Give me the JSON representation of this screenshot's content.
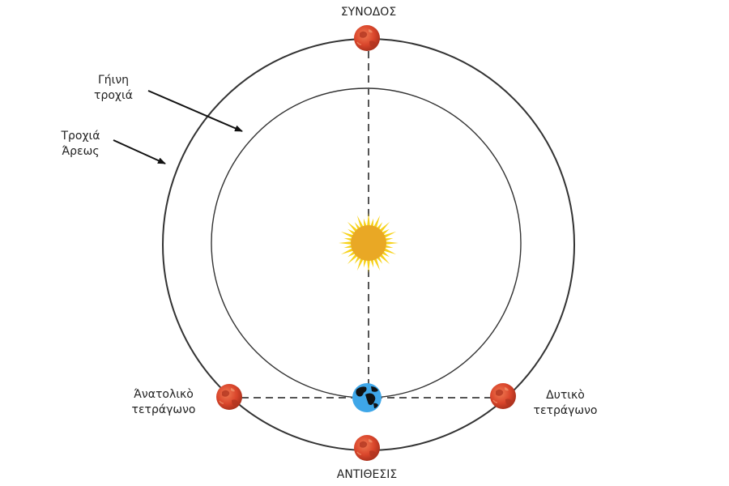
{
  "labels": {
    "conjunction": "ΣΥΝΟΔΟΣ",
    "opposition": "ΑΝΤΙΘΕΣΙΣ",
    "earth_orbit": [
      "Γήινη",
      "τροχιά"
    ],
    "mars_orbit": [
      "Τροχιά",
      "Άρεως"
    ],
    "east_quadrature": [
      "Άνατολικὸ",
      "τετράγωνο"
    ],
    "west_quadrature": [
      "Δυτικὸ",
      "τετράγωνο"
    ]
  },
  "icons": {
    "sun": "sun-icon",
    "earth": "earth-icon",
    "mars": "mars-icon"
  },
  "colors": {
    "orbit": "#333333",
    "dashed_line": "#555555",
    "sun_core": "#e9a825",
    "sun_rays": "#f7d21a",
    "earth_ocean": "#3ea6e8",
    "earth_land": "#111111",
    "mars": "#d9452b"
  }
}
